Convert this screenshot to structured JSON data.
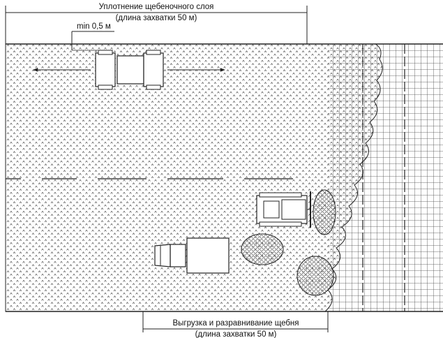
{
  "top_dimension": {
    "line1": "Уплотнение щебеночного слоя",
    "line2": "(длина захватки 50 м)"
  },
  "min_gap": {
    "label": "min 0,5 м"
  },
  "bottom_dimension": {
    "line1": "Выгрузка и разравнивание щебня",
    "line2": "(длина захватки 50 м)"
  },
  "colors": {
    "ink": "#222222",
    "background": "#ffffff"
  }
}
